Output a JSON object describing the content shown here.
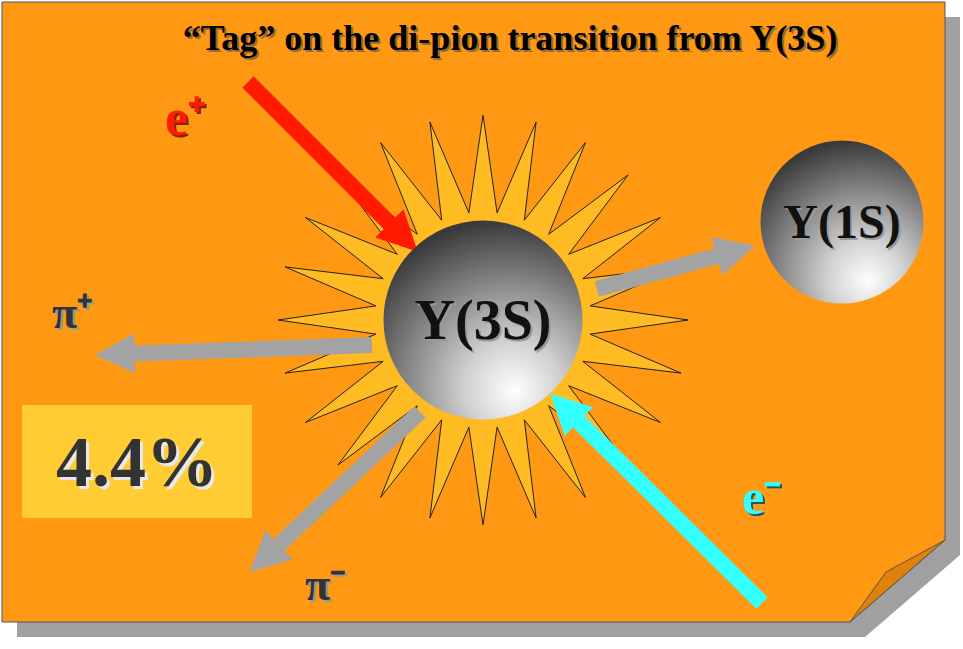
{
  "diagram": {
    "title": "“Tag” on the di-pion transition from Y(3S)",
    "nodes": [
      {
        "text": [
          "Y(3S)"
        ]
      },
      {
        "text": [
          "Y(1S)"
        ]
      },
      {
        "text": [
          "4.4%"
        ]
      }
    ],
    "edges": [
      {
        "from": 0,
        "to": 1,
        "arrow": "to"
      }
    ],
    "labels": [
      "e⁺",
      "π⁺",
      "e⁻",
      "π⁻"
    ]
  }
}
